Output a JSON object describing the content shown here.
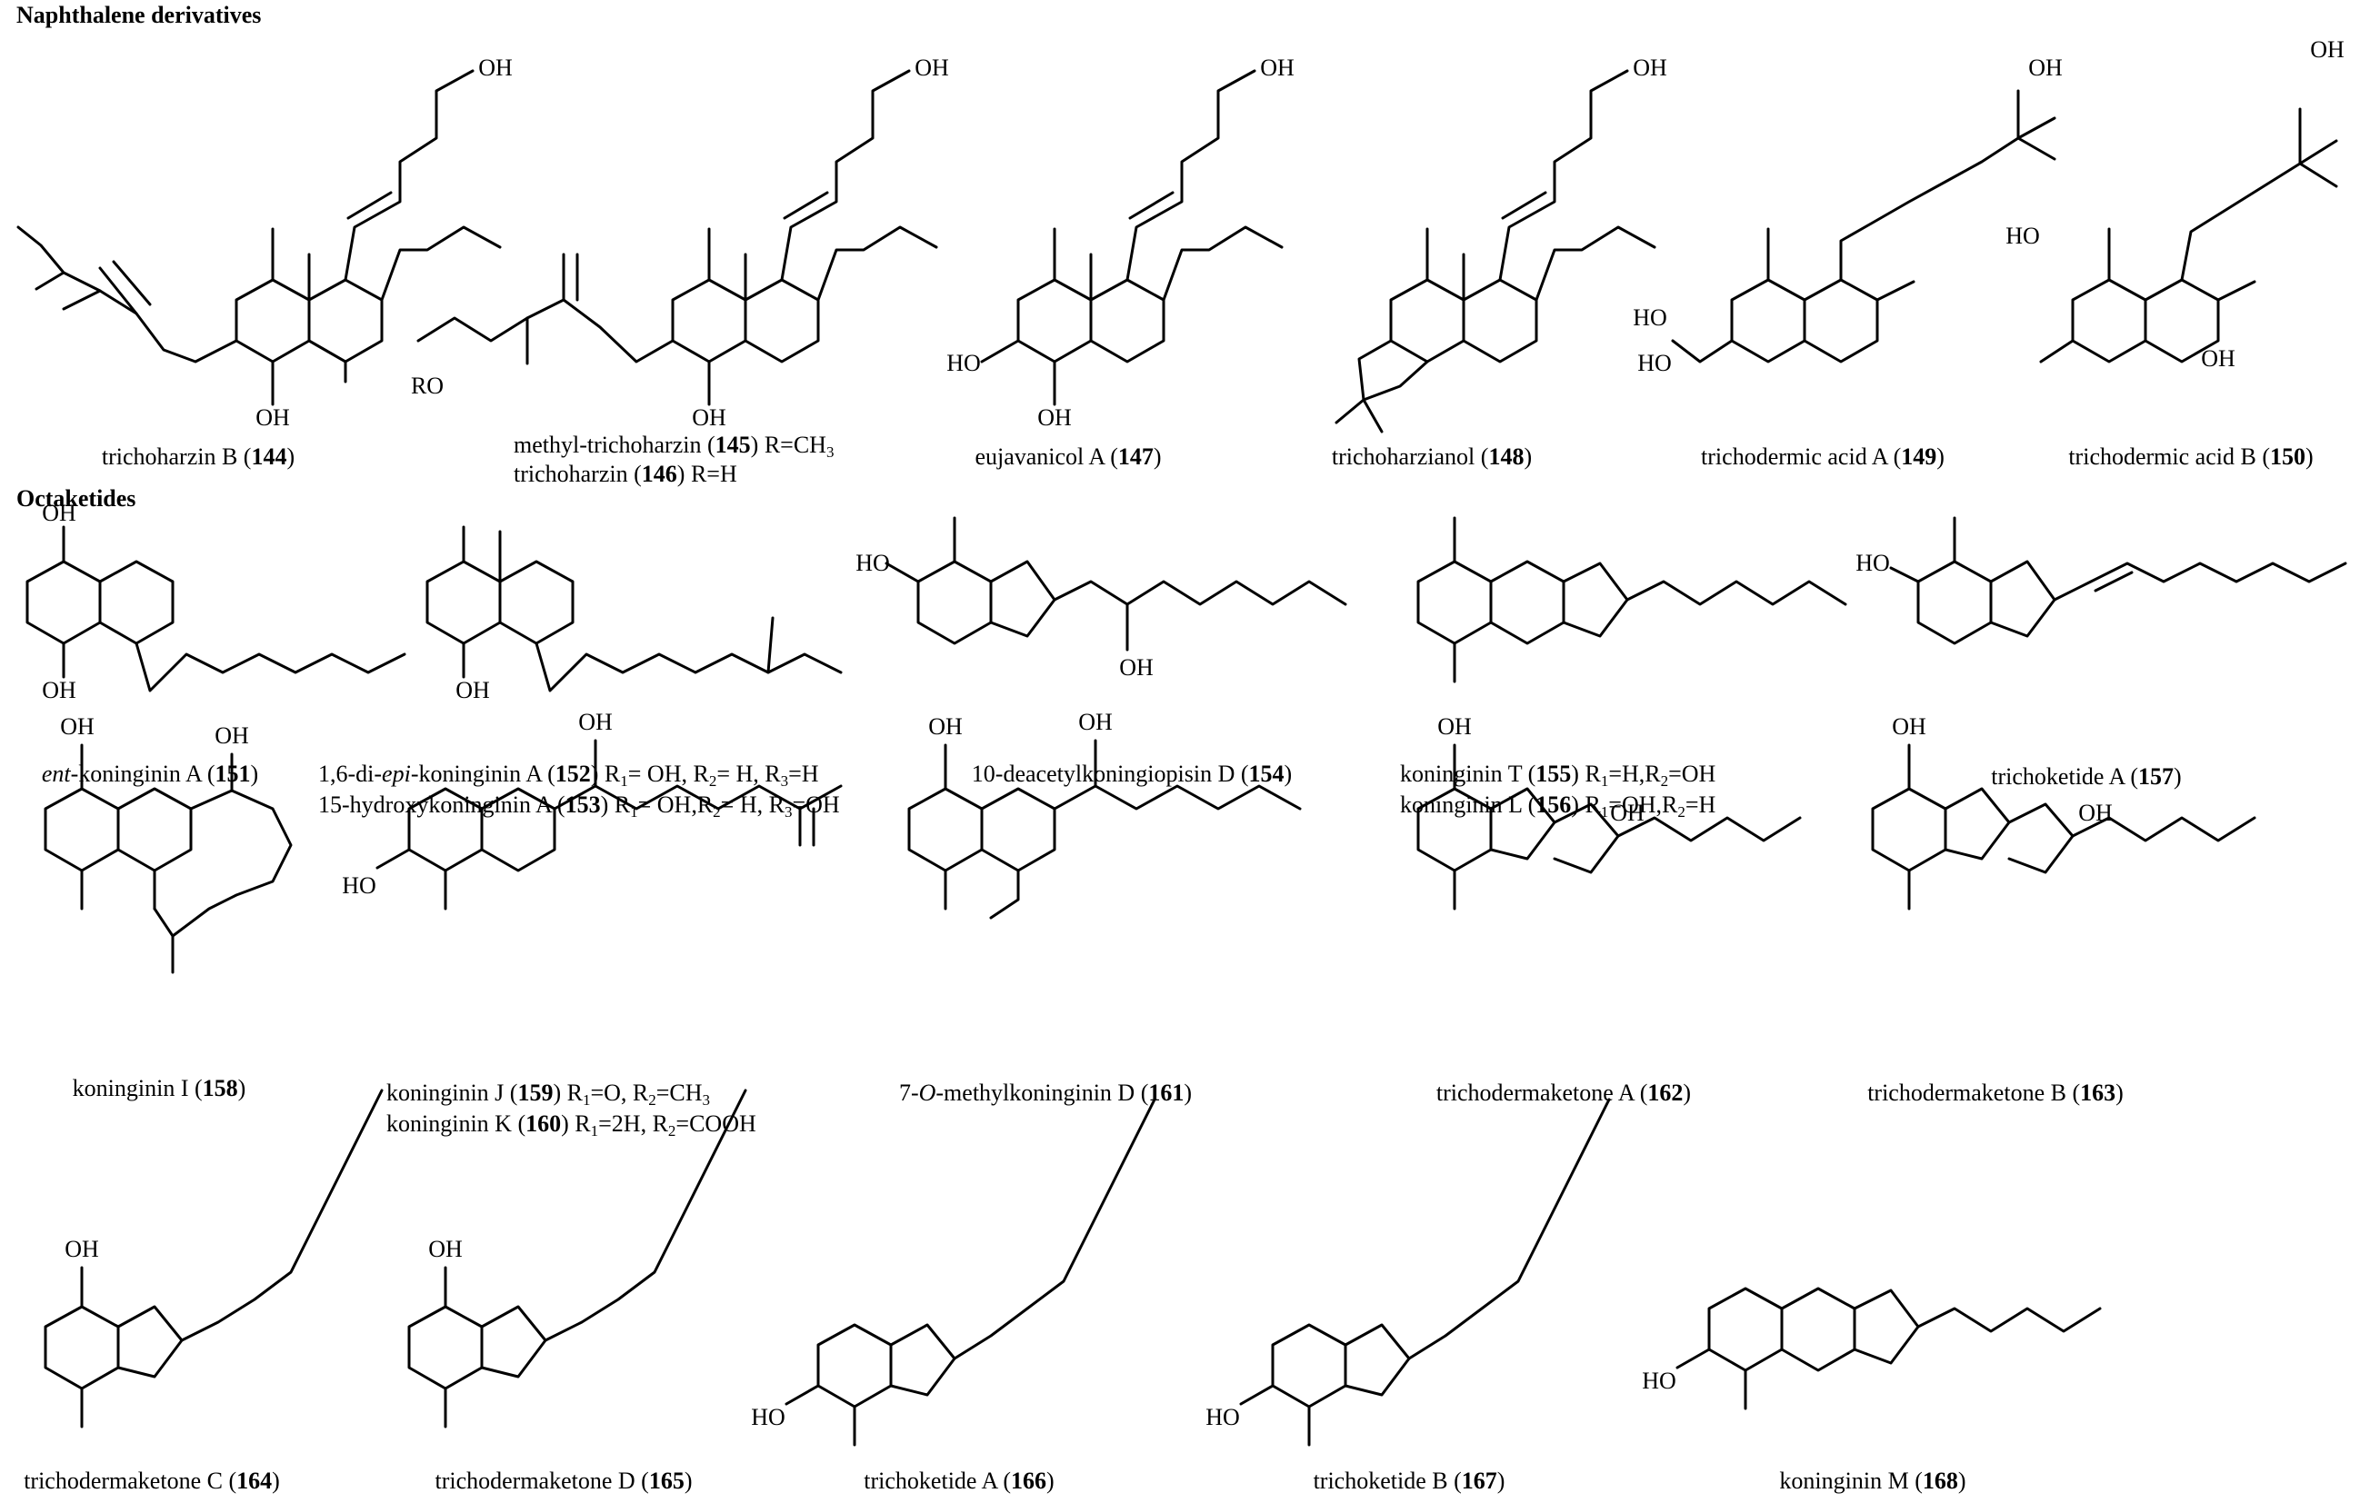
{
  "sections": {
    "naphthalene": "Naphthalene derivatives",
    "octaketides": "Octaketides"
  },
  "compounds": [
    {
      "name": "trichoharzin B",
      "id": "144"
    },
    {
      "name": "methyl-trichoharzin",
      "id": "145",
      "note": "R=CH3"
    },
    {
      "name": "trichoharzin",
      "id": "146",
      "note": "R=H"
    },
    {
      "name": "eujavanicol A",
      "id": "147"
    },
    {
      "name": "trichoharzianol",
      "id": "148"
    },
    {
      "name": "trichodermic acid A",
      "id": "149"
    },
    {
      "name": "trichodermic acid B",
      "id": "150"
    },
    {
      "prefix": "ent",
      "name": "-koninginin A",
      "id": "151"
    },
    {
      "name": "1,6-di-",
      "name_em": "epi",
      "name_rest": "-koninginin A",
      "id": "152",
      "note_parts": [
        "1",
        "OH, R",
        "2",
        "= H, R",
        "3",
        "=H"
      ]
    },
    {
      "name": "15-hydroxykoninginin A",
      "id": "153",
      "note_parts": [
        "1",
        "OH,R",
        "2",
        "= H, R",
        "3",
        "=OH"
      ]
    },
    {
      "name": "10-deacetylkoningiopisin D",
      "id": "154"
    },
    {
      "name": "koninginin T",
      "id": "155",
      "note_parts": [
        "1",
        "=H,R",
        "2",
        "=OH"
      ]
    },
    {
      "name": "koninginin L",
      "id": "156",
      "note_parts": [
        "1",
        "=OH,R",
        "2",
        "=H"
      ]
    },
    {
      "name": "trichoketide A",
      "id": "157"
    },
    {
      "name": "koninginin I",
      "id": "158"
    },
    {
      "name": "koninginin J",
      "id": "159",
      "note_parts": [
        "1",
        "=O, R",
        "2",
        "=CH",
        "3"
      ]
    },
    {
      "name": "koninginin K",
      "id": "160",
      "note_parts": [
        "1",
        "=2H, R",
        "2",
        "=COOH"
      ]
    },
    {
      "name": "7-",
      "name_em": "O",
      "name_rest": "-methylkoninginin D",
      "id": "161"
    },
    {
      "name": "trichodermaketone A",
      "id": "162"
    },
    {
      "name": "trichodermaketone B",
      "id": "163"
    },
    {
      "name": "trichodermaketone C",
      "id": "164"
    },
    {
      "name": "trichodermaketone D",
      "id": "165"
    },
    {
      "name": "trichoketide A",
      "id": "166"
    },
    {
      "name": "trichoketide B",
      "id": "167"
    },
    {
      "name": "koninginin M",
      "id": "168"
    }
  ],
  "atom_labels": {
    "OH": "OH",
    "HO": "HO",
    "H": "H",
    "O": "O",
    "RO": "RO",
    "R": "R",
    "R1": "1",
    "R2": "2",
    "R3": "3",
    "CH3": "R=CH"
  }
}
